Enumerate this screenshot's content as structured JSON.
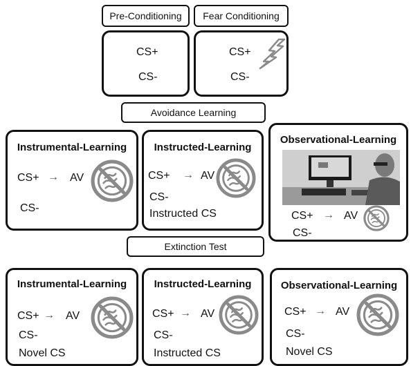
{
  "stages": {
    "pre_conditioning": "Pre-Conditioning",
    "fear_conditioning": "Fear Conditioning",
    "avoidance_learning": "Avoidance  Learning",
    "extinction_test": "Extinction Test"
  },
  "pre": {
    "cs_plus": "CS+",
    "cs_minus": "CS-"
  },
  "fear": {
    "cs_plus": "CS+",
    "cs_minus": "CS-"
  },
  "avoidance": {
    "instrumental": {
      "title": "Instrumental-Learning",
      "pair_cs": "CS+",
      "pair_av": "AV",
      "cs_minus": "CS-"
    },
    "instructed": {
      "title": "Instructed-Learning",
      "pair_cs": "CS+",
      "pair_av": "AV",
      "cs_minus": "CS-",
      "extra": "Instructed CS"
    },
    "observational": {
      "title": "Observational-Learning",
      "pair_cs": "CS+",
      "pair_av": "AV",
      "cs_minus": "CS-"
    }
  },
  "extinction": {
    "instrumental": {
      "title": "Instrumental-Learning",
      "pair_cs": "CS+",
      "pair_av": "AV",
      "cs_minus": "CS-",
      "extra": "Novel CS"
    },
    "instructed": {
      "title": "Instructed-Learning",
      "pair_cs": "CS+",
      "pair_av": "AV",
      "cs_minus": "CS-",
      "extra": "Instructed CS"
    },
    "observational": {
      "title": "Observational-Learning",
      "pair_cs": "CS+",
      "pair_av": "AV",
      "cs_minus": "CS-",
      "extra": "Novel CS"
    }
  },
  "arrow_glyph": "→",
  "icons": {
    "shock": "lightning-bolt-icon",
    "no_av": "prohibited-sign-icon"
  }
}
